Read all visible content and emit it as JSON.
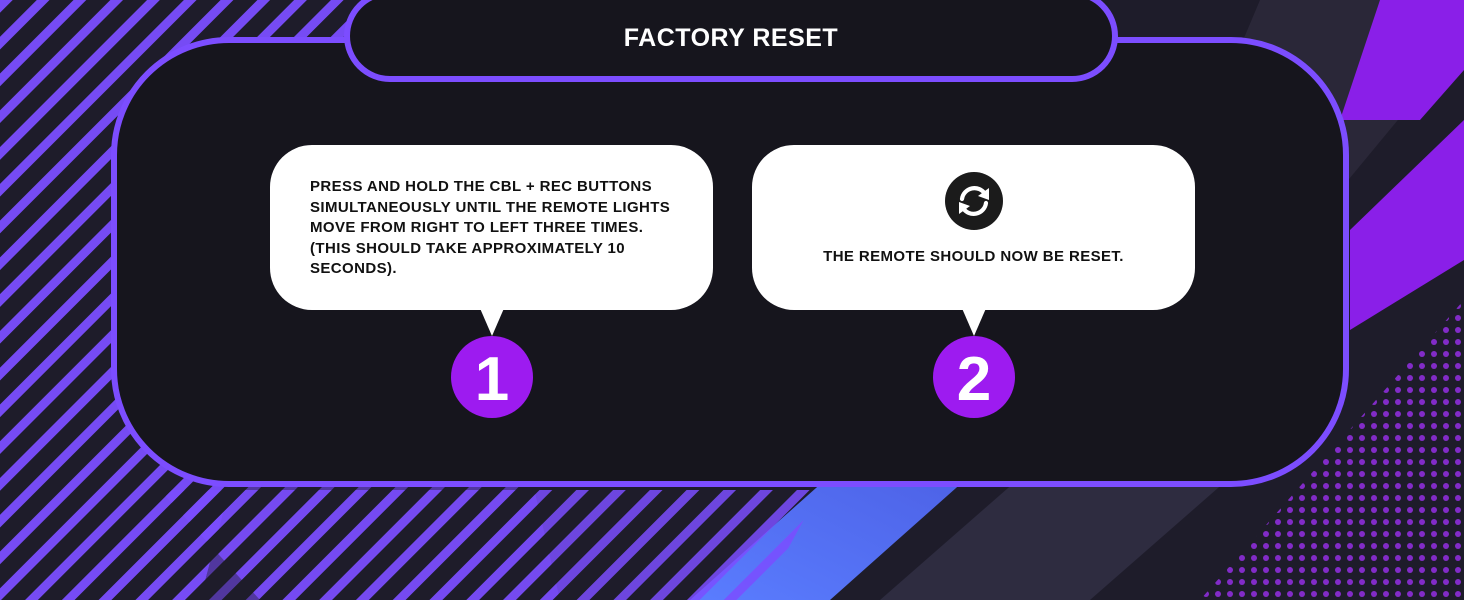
{
  "title": "FACTORY RESET",
  "steps": [
    {
      "number": "1",
      "text": "PRESS AND HOLD THE CBL + REC BUTTONS SIMULTANEOUSLY UNTIL THE REMOTE LIGHTS MOVE FROM RIGHT TO LEFT THREE TIMES. (THIS SHOULD TAKE APPROXIMATELY 10 SECONDS)."
    },
    {
      "number": "2",
      "icon": "reset-icon",
      "text": "THE REMOTE SHOULD NOW BE RESET."
    }
  ],
  "colors": {
    "accent": "#7c4dff",
    "badge": "#9d1bf0",
    "panel": "#16151d",
    "background": "#1e1c2a",
    "bubble": "#ffffff"
  }
}
